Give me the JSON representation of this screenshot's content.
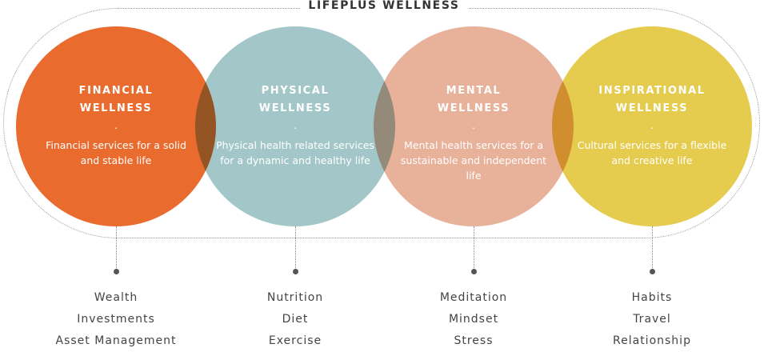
{
  "title": "LIFEPLUS WELLNESS",
  "circles": [
    {
      "title_line1": "FINANCIAL",
      "title_line2": "WELLNESS",
      "dot": ".",
      "description": "Financial services for a solid and stable life",
      "color": "#E96B2E",
      "items": [
        "Wealth",
        "Investments",
        "Asset Management"
      ]
    },
    {
      "title_line1": "PHYSICAL",
      "title_line2": "WELLNESS",
      "dot": ".",
      "description": "Physical health related services for a dynamic and healthy life",
      "color": "#A3C7C8",
      "items": [
        "Nutrition",
        "Diet",
        "Exercise"
      ]
    },
    {
      "title_line1": "MENTAL",
      "title_line2": "WELLNESS",
      "dot": ".",
      "description": "Mental health services for a sustainable and independent life",
      "color": "#E8B19A",
      "items": [
        "Meditation",
        "Mindset",
        "Stress"
      ]
    },
    {
      "title_line1": "INSPIRATIONAL",
      "title_line2": "WELLNESS",
      "dot": ".",
      "description": "Cultural services for a flexible and creative life",
      "color": "#E5CC4E",
      "items": [
        "Habits",
        "Travel",
        "Relationship"
      ]
    }
  ]
}
